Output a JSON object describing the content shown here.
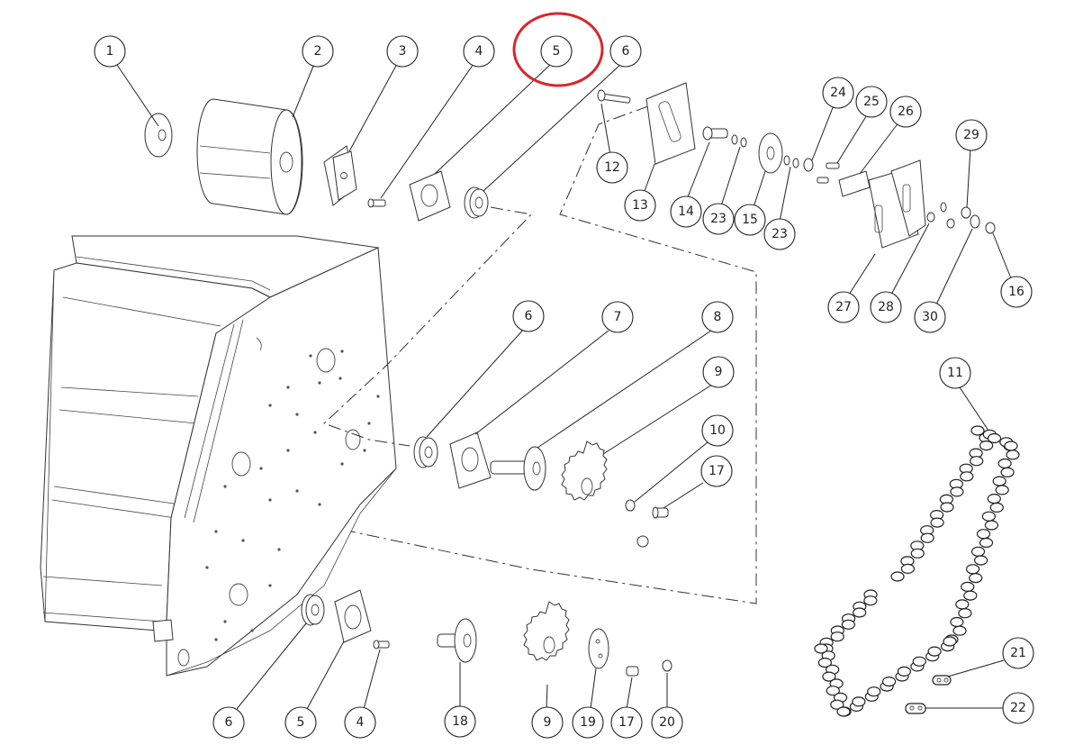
{
  "highlight_color": "#d9262b",
  "highlighted_callout": "5",
  "callouts": [
    {
      "id": "c1",
      "label": "1"
    },
    {
      "id": "c2",
      "label": "2"
    },
    {
      "id": "c3",
      "label": "3"
    },
    {
      "id": "c4a",
      "label": "4"
    },
    {
      "id": "c5a",
      "label": "5"
    },
    {
      "id": "c6a",
      "label": "6"
    },
    {
      "id": "c12",
      "label": "12"
    },
    {
      "id": "c13",
      "label": "13"
    },
    {
      "id": "c14",
      "label": "14"
    },
    {
      "id": "c23a",
      "label": "23"
    },
    {
      "id": "c15",
      "label": "15"
    },
    {
      "id": "c23b",
      "label": "23"
    },
    {
      "id": "c24",
      "label": "24"
    },
    {
      "id": "c25",
      "label": "25"
    },
    {
      "id": "c26",
      "label": "26"
    },
    {
      "id": "c29",
      "label": "29"
    },
    {
      "id": "c27",
      "label": "27"
    },
    {
      "id": "c28",
      "label": "28"
    },
    {
      "id": "c30",
      "label": "30"
    },
    {
      "id": "c16",
      "label": "16"
    },
    {
      "id": "c6b",
      "label": "6"
    },
    {
      "id": "c7",
      "label": "7"
    },
    {
      "id": "c8",
      "label": "8"
    },
    {
      "id": "c9a",
      "label": "9"
    },
    {
      "id": "c10",
      "label": "10"
    },
    {
      "id": "c17a",
      "label": "17"
    },
    {
      "id": "c11",
      "label": "11"
    },
    {
      "id": "c21",
      "label": "21"
    },
    {
      "id": "c22",
      "label": "22"
    },
    {
      "id": "c6c",
      "label": "6"
    },
    {
      "id": "c5b",
      "label": "5"
    },
    {
      "id": "c4b",
      "label": "4"
    },
    {
      "id": "c18",
      "label": "18"
    },
    {
      "id": "c9b",
      "label": "9"
    },
    {
      "id": "c19",
      "label": "19"
    },
    {
      "id": "c17b",
      "label": "17"
    },
    {
      "id": "c20",
      "label": "20"
    }
  ]
}
